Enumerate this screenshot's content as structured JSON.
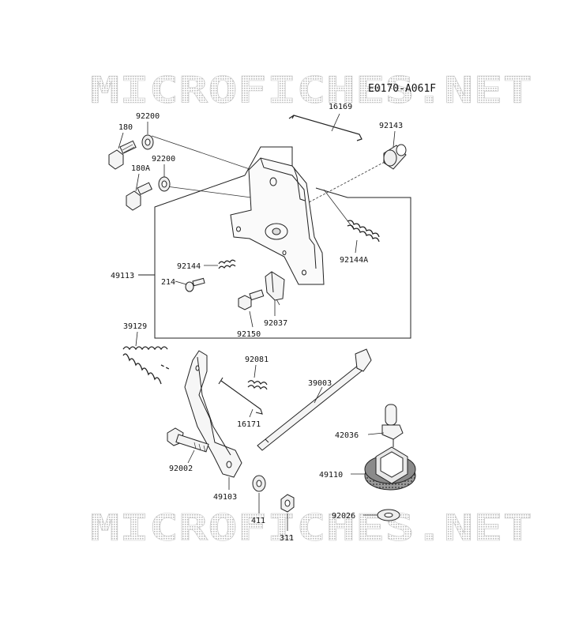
{
  "diagram": {
    "code": "E0170-A061F",
    "watermark": "MICROFICHES.NET",
    "part_numbers": {
      "p16169": "16169",
      "p92200a": "92200",
      "p180": "180",
      "p92143": "92143",
      "p92200b": "92200",
      "p180A": "180A",
      "p92144A": "92144A",
      "p49113": "49113",
      "p92144": "92144",
      "p214": "214",
      "p92037": "92037",
      "p92150": "92150",
      "p39129": "39129",
      "p92081": "92081",
      "p39003": "39003",
      "p16171": "16171",
      "p42036": "42036",
      "p92002": "92002",
      "p49110": "49110",
      "p49103": "49103",
      "p92026": "92026",
      "p411": "411",
      "p311": "311"
    }
  }
}
